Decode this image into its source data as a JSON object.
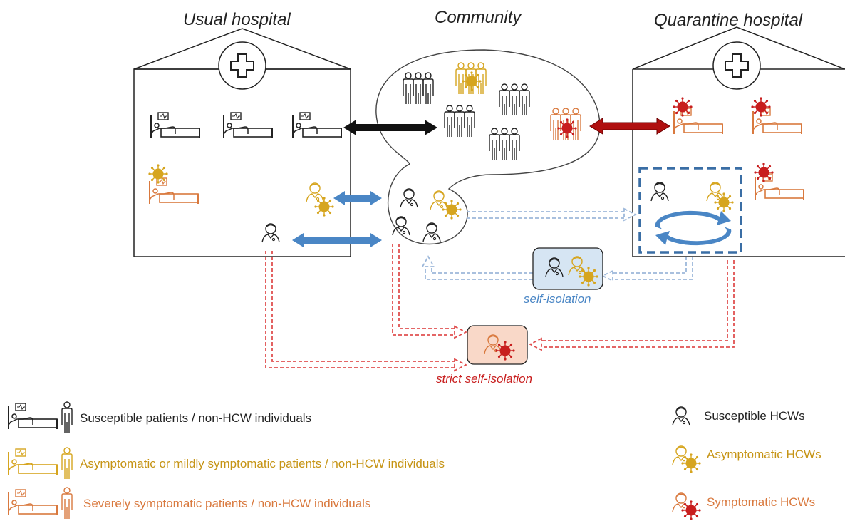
{
  "titles": {
    "usual": "Usual hospital",
    "community": "Community",
    "quarantine": "Quarantine hospital"
  },
  "isolation": {
    "self": "self-isolation",
    "strict": "strict self-isolation"
  },
  "legend": {
    "susceptible_patients": "Susceptible patients / non-HCW individuals",
    "asymptomatic_patients": "Asymptomatic or mildly symptomatic patients / non-HCW individuals",
    "severe_patients": "Severely symptomatic patients / non-HCW individuals",
    "susceptible_hcw": "Susceptible HCWs",
    "asymptomatic_hcw": "Asymptomatic HCWs",
    "symptomatic_hcw": "Symptomatic HCWs"
  },
  "colors": {
    "susceptible": "#222222",
    "asymptomatic": "#d6a51f",
    "severe": "#d9793e",
    "virus": "#c81e1e",
    "blue_arrow": "#4a86c5",
    "black_arrow": "#111111",
    "red_arrow": "#b01010",
    "dashed_blue": "#9db8da",
    "dashed_red": "#e05050",
    "quarantine_box": "#3a6ea5",
    "self_iso_fill": "#d6e5f3",
    "strict_iso_fill": "#f9d8c8"
  },
  "icons": [
    "hospital-cross-icon",
    "bed-patient-icon",
    "person-group-icon",
    "doctor-icon",
    "virus-icon",
    "rotation-icon"
  ]
}
